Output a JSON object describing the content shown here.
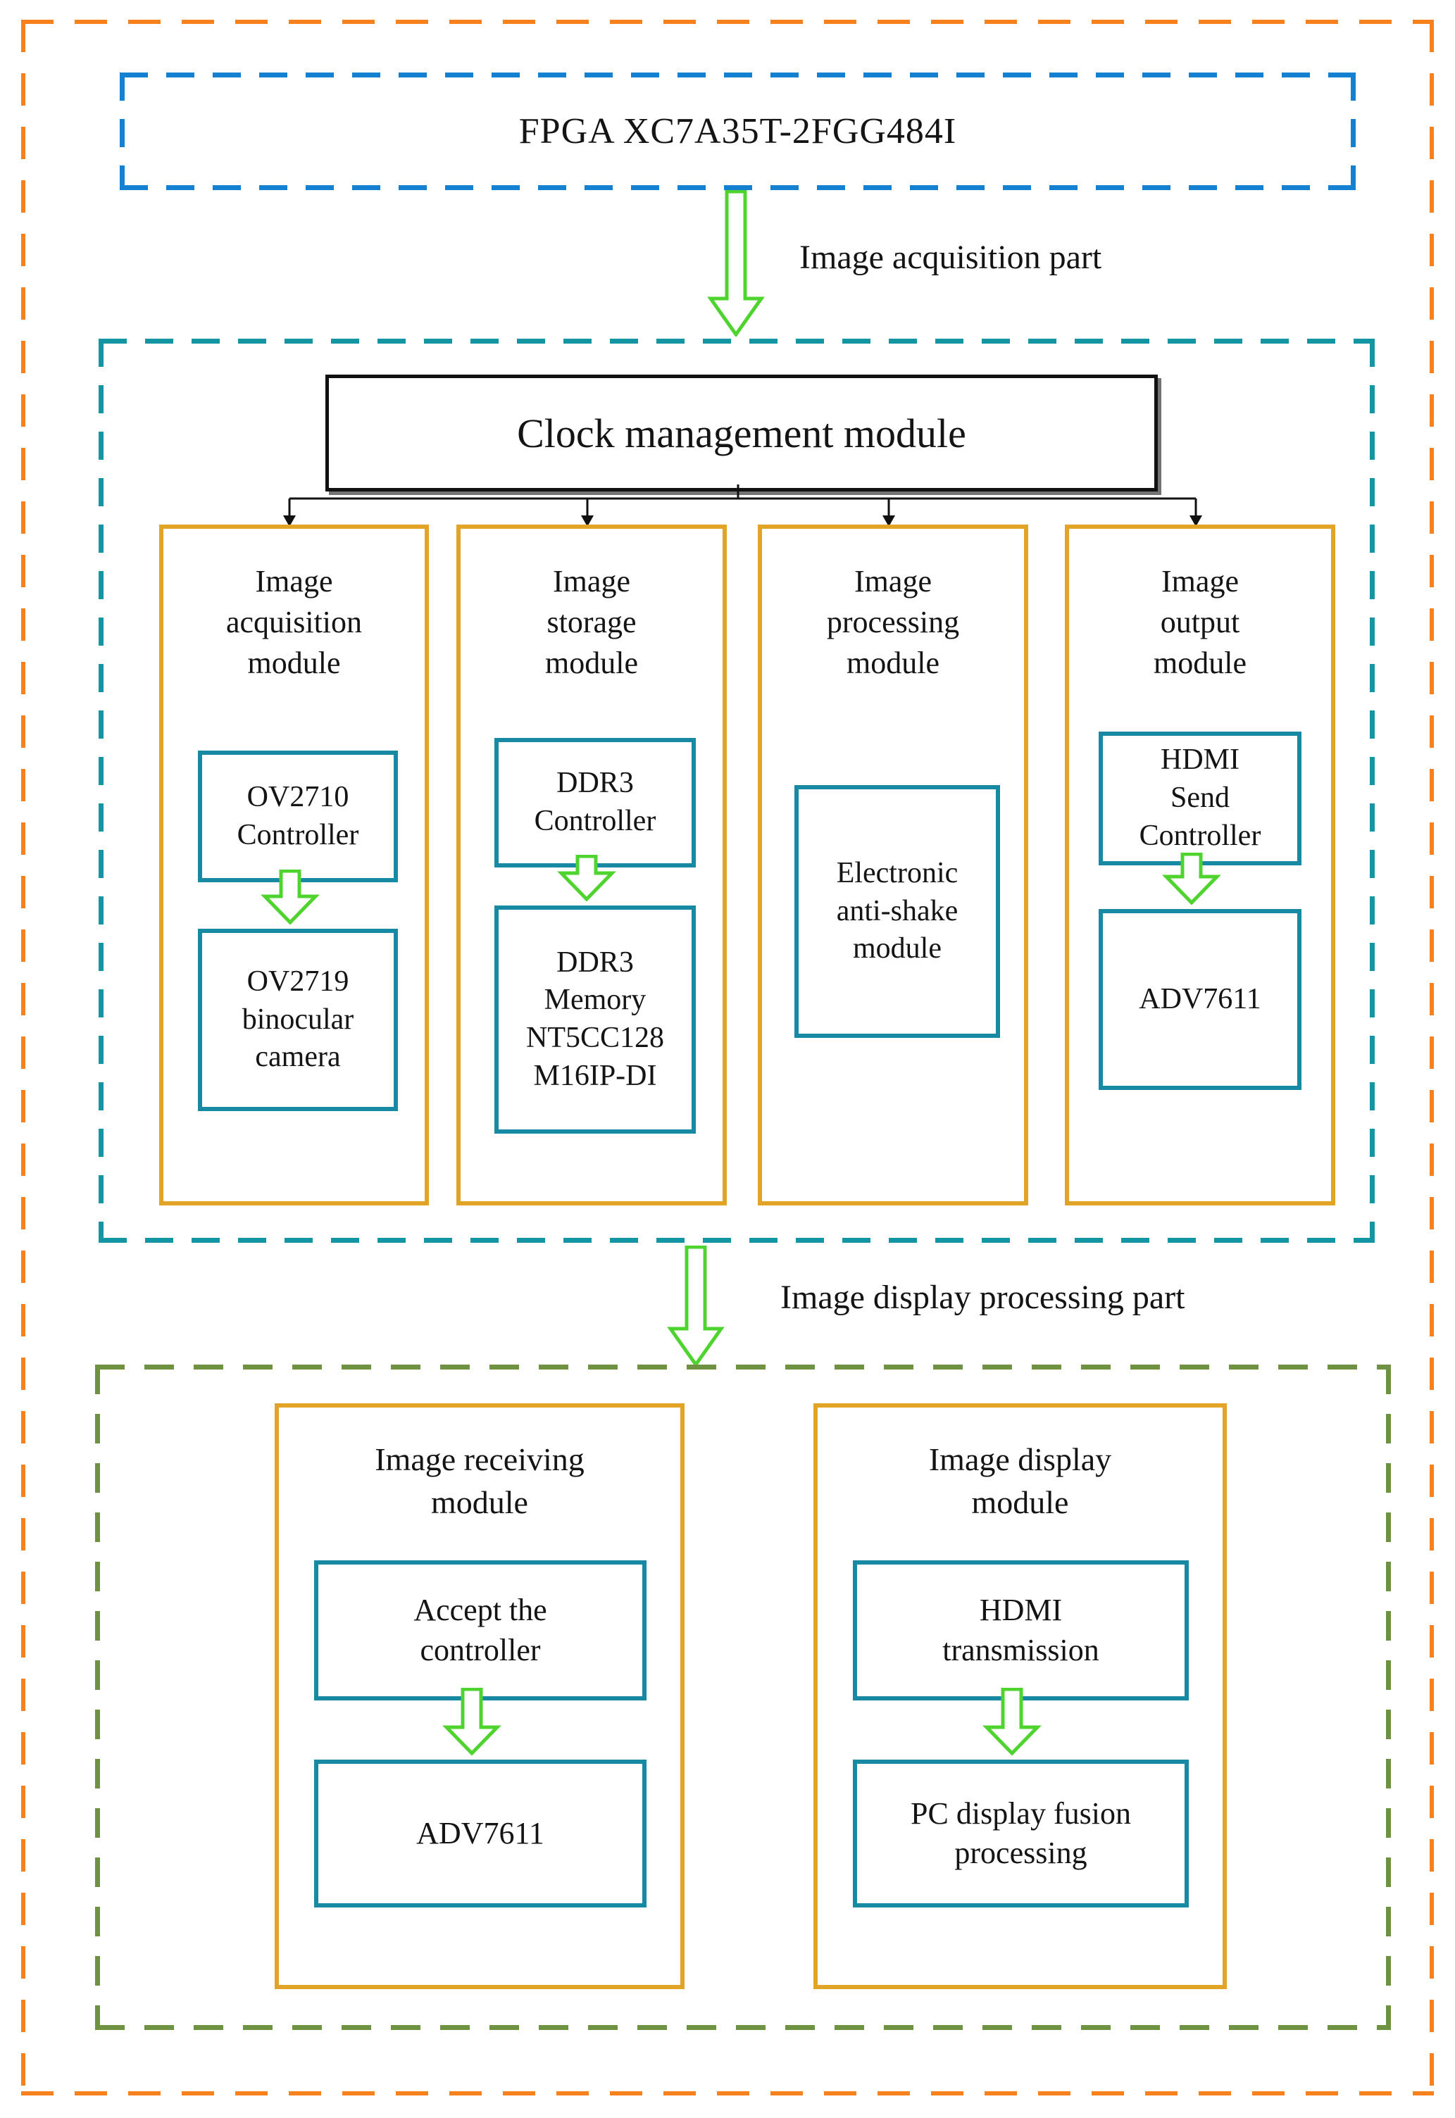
{
  "diagram": {
    "fpga_title": "FPGA XC7A35T-2FGG484I",
    "acquisition_label": "Image acquisition part",
    "display_label": "Image display processing part",
    "clock_title": "Clock management module",
    "acq_columns": [
      {
        "header": "Image\nacquisition\nmodule",
        "box1": "OV2710\nController",
        "box2": "OV2719\nbinocular\ncamera"
      },
      {
        "header": "Image\nstorage\nmodule",
        "box1": "DDR3\nController",
        "box2": "DDR3\nMemory\nNT5CC128\nM16IP-DI"
      },
      {
        "header": "Image\nprocessing\nmodule",
        "box1": "Electronic\nanti-shake\nmodule"
      },
      {
        "header": "Image\noutput\nmodule",
        "box1": "HDMI\nSend\nController",
        "box2": "ADV7611"
      }
    ],
    "disp_columns": [
      {
        "header": "Image receiving\nmodule",
        "box1": "Accept the\ncontroller",
        "box2": "ADV7611"
      },
      {
        "header": "Image display\nmodule",
        "box1": "HDMI\ntransmission",
        "box2": "PC display fusion\nprocessing"
      }
    ],
    "colors": {
      "outer_border": "#F5821F",
      "fpga_border": "#1480D0",
      "acquisition_border": "#1495A3",
      "display_border": "#6E9142",
      "module_border": "#E1A427",
      "inner_border": "#1789A3",
      "arrow_green": "#4FD32E",
      "connector_black": "#111111"
    }
  }
}
